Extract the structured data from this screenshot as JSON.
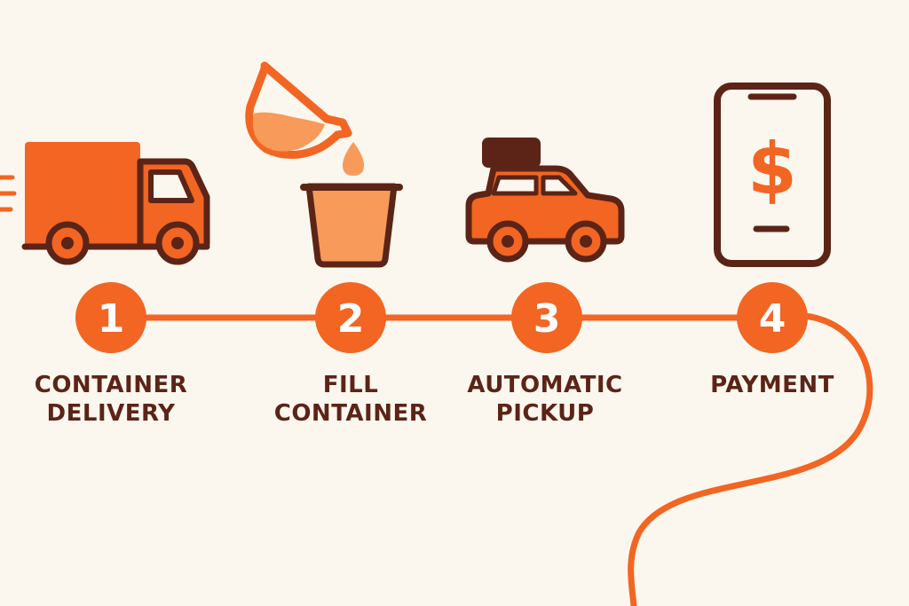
{
  "colors": {
    "background": "#fcf7ee",
    "accent": "#f26522",
    "light_accent": "#f79a5a",
    "dark": "#5b2417",
    "white": "#ffffff"
  },
  "steps": [
    {
      "number": "1",
      "icon": "delivery-truck-icon",
      "label_lines": [
        "CONTAINER",
        "DELIVERY"
      ]
    },
    {
      "number": "2",
      "icon": "fill-container-icon",
      "label_lines": [
        "FILL",
        "CONTAINER"
      ]
    },
    {
      "number": "3",
      "icon": "car-pickup-night-icon",
      "label_lines": [
        "AUTOMATIC",
        "PICKUP"
      ]
    },
    {
      "number": "4",
      "icon": "smartphone-payment-icon",
      "label_lines": [
        "PAYMENT"
      ]
    }
  ],
  "payment_symbol": "$"
}
